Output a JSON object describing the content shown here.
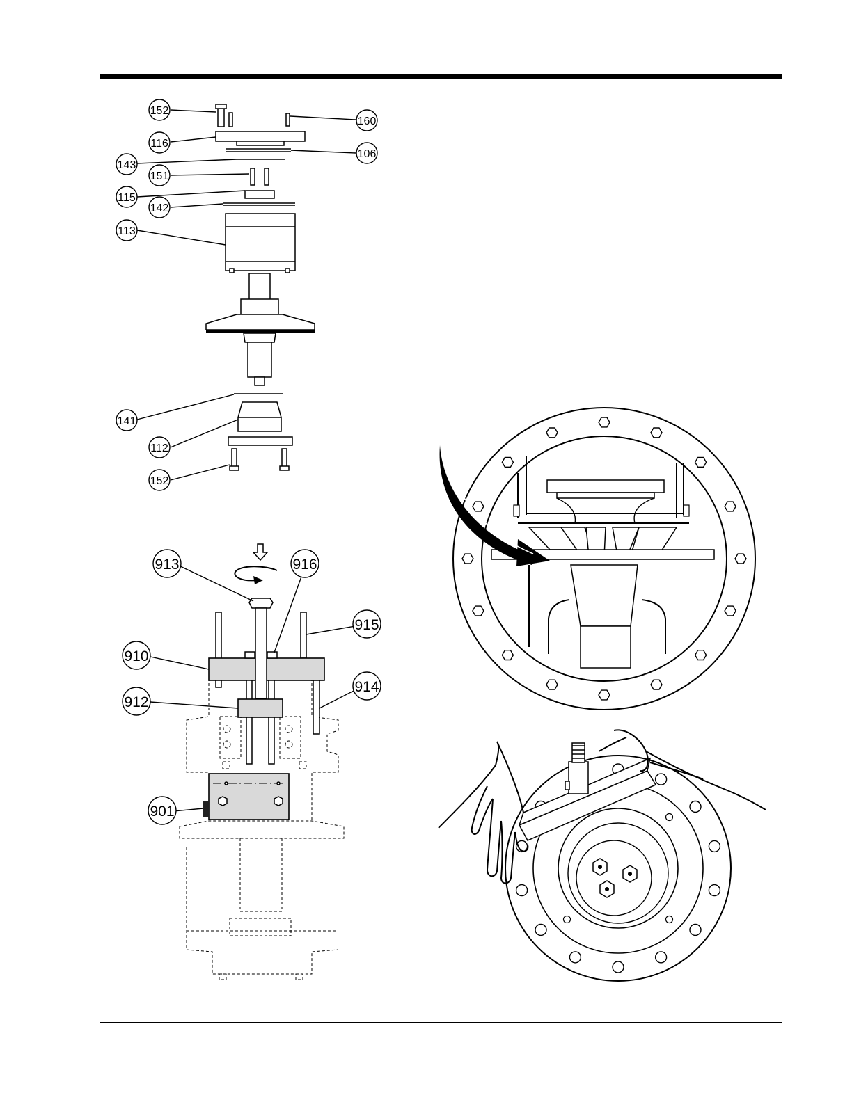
{
  "exploded_view": {
    "callouts": [
      "152",
      "160",
      "116",
      "106",
      "143",
      "151",
      "115",
      "142",
      "113",
      "141",
      "112",
      "152"
    ]
  },
  "puller_view": {
    "callouts": [
      "913",
      "916",
      "915",
      "910",
      "912",
      "914",
      "901"
    ]
  }
}
